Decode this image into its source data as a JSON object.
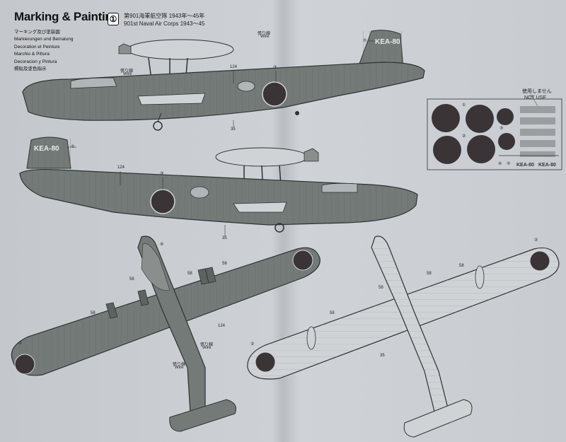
{
  "header": {
    "title": "Marking & Painting",
    "languages": [
      "マーキング及び塗装図",
      "Markierungen und Bemalung",
      "Decoration et Peinture",
      "Marchio & Pittura",
      "Decoracion y Pintura",
      "標貼及塗色指示"
    ]
  },
  "unit": {
    "badge": "①",
    "title_jp": "第901海軍航空隊 1943年〜45年",
    "title_en": "901st Naval Air Corps 1943〜45"
  },
  "aircraft": {
    "tail_code": "KEA-80"
  },
  "callouts": {
    "wire_jp": "張り線",
    "wire_en": "Wire",
    "n124": "124",
    "n35": "35",
    "n58": "58",
    "n3": "③",
    "n5": "⑤",
    "n1": "①",
    "n2": "②",
    "n4": "④"
  },
  "decal_sheet": {
    "not_use_jp": "使用しません",
    "not_use_en": "NOT USE",
    "reg_left": "KEA-80",
    "reg_right": "KEA-80",
    "markers": [
      "①",
      "②",
      "③",
      "④",
      "⑤"
    ]
  },
  "colors": {
    "dark_green": "#747a78",
    "underside": "#cfd3d6",
    "hinomaru": "#3b3436",
    "outline": "#2e3133"
  }
}
